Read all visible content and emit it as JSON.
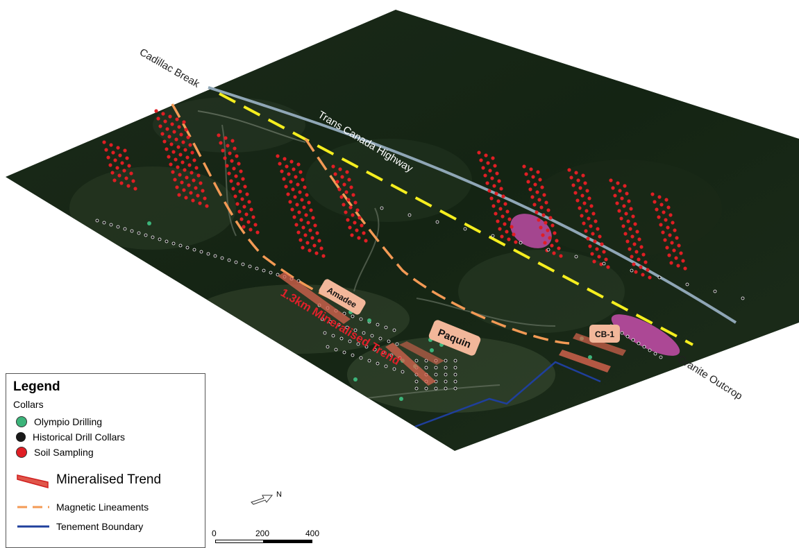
{
  "labels": {
    "cadillac_break": "Cadillac Break",
    "highway": "Trans Canada Highway",
    "granite_outcrop": "Granite Outcrop",
    "trend": "1.3km Mineralised Trend"
  },
  "prospects": {
    "amadee": "Amadee",
    "paquin": "Paquin",
    "cb1": "CB-1"
  },
  "legend": {
    "title": "Legend",
    "collars_heading": "Collars",
    "olympio": "Olympio Drilling",
    "historical": "Historical Drill Collars",
    "soil": "Soil Sampling",
    "trend": "Mineralised Trend",
    "magnetic": "Magnetic Lineaments",
    "tenement": "Tenement Boundary"
  },
  "north_label": "N",
  "scale": {
    "t0": "0",
    "t1": "200",
    "t2": "400"
  },
  "colors": {
    "olympio": "#3cb47a",
    "historical": "#1a1a1a",
    "soil": "#e01e24",
    "trend": "#e0564a",
    "magnetic": "#f39a55",
    "tenement": "#1f3f9c",
    "highway_fault": "#f5ee1f",
    "granite": "#b44a9c",
    "badge": "#f2b79a"
  }
}
